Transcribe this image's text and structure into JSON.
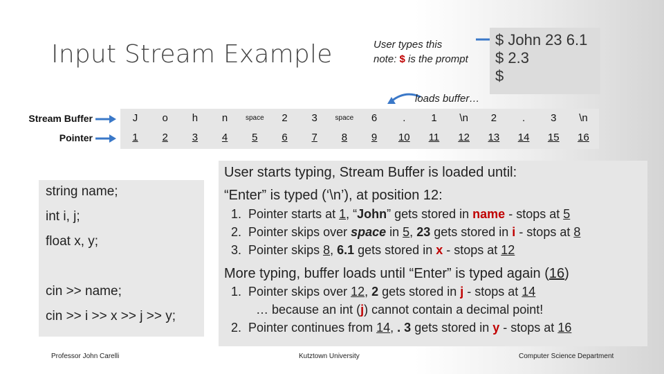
{
  "title": "Input Stream Example",
  "note": {
    "line1": "User types this",
    "line2_pre": "note: ",
    "line2_dollar": "$",
    "line2_post": " is the prompt"
  },
  "console_lines": [
    "$ John 23 6.1",
    "$ 2.3",
    "$"
  ],
  "loads_label": "loads buffer…",
  "stream_buffer_label": "Stream Buffer",
  "pointer_label": "Pointer",
  "buffer_chars": [
    "J",
    "o",
    "h",
    "n",
    "space",
    "2",
    "3",
    "space",
    "6",
    ".",
    "1",
    "\\n",
    "2",
    ".",
    "3",
    "\\n"
  ],
  "pointer_values": [
    "1",
    "2",
    "3",
    "4",
    "5",
    "6",
    "7",
    "8",
    "9",
    "10",
    "11",
    "12",
    "13",
    "14",
    "15",
    "16"
  ],
  "code": {
    "line1": "string name;",
    "line2": "int i, j;",
    "line3": "float x, y;",
    "line4": "cin >> name;",
    "line5": "cin >> i >> x >> j >> y;"
  },
  "explain": {
    "head1a": "User starts typing, Stream Buffer is loaded until:",
    "head1b": "“Enter” is typed (‘\\n’), at position 12:",
    "item1": {
      "num": "1.",
      "a": "Pointer starts at ",
      "p1": "1",
      "b": ", “",
      "name1": "John",
      "c": "” gets stored in ",
      "var": "name",
      "d": " - stops at ",
      "p2": "5"
    },
    "item2": {
      "num": "2.",
      "a": "Pointer skips over ",
      "sp": "space",
      "b": " in ",
      "p1": "5",
      "c": ", ",
      "val": "23",
      "d": " gets stored in ",
      "var": "i",
      "e": " - stops at ",
      "p2": "8"
    },
    "item3": {
      "num": "3.",
      "a": "Pointer skips ",
      "p1": "8",
      "b": ", ",
      "val": "6.1",
      "c": " gets stored in ",
      "var": "x",
      "d": " - stops at ",
      "p2": "12"
    },
    "head2a": "More typing, buffer loads until “Enter” is typed again (",
    "head2p": "16",
    "head2b": ")",
    "item4": {
      "num": "1.",
      "a": "Pointer skips over ",
      "p1": "12",
      "b": ", ",
      "val": "2",
      "c": " gets stored in ",
      "var": "j",
      "d": " - stops at ",
      "p2": "14"
    },
    "item4b": {
      "a": "… because an int (",
      "var": "j",
      "b": ") cannot contain a decimal point!"
    },
    "item5": {
      "num": "2.",
      "a": "Pointer continues from ",
      "p1": "14",
      "b": ", ",
      "val": ". 3",
      "c": " gets stored in ",
      "var": "y",
      "d": " - stops at ",
      "p2": "16"
    }
  },
  "footer": {
    "left": "Professor John Carelli",
    "center": "Kutztown University",
    "right": "Computer Science Department"
  },
  "colors": {
    "accent_red": "#c00000",
    "console_bg": "#dcdcdc",
    "box_bg": "#e6e6e6"
  }
}
